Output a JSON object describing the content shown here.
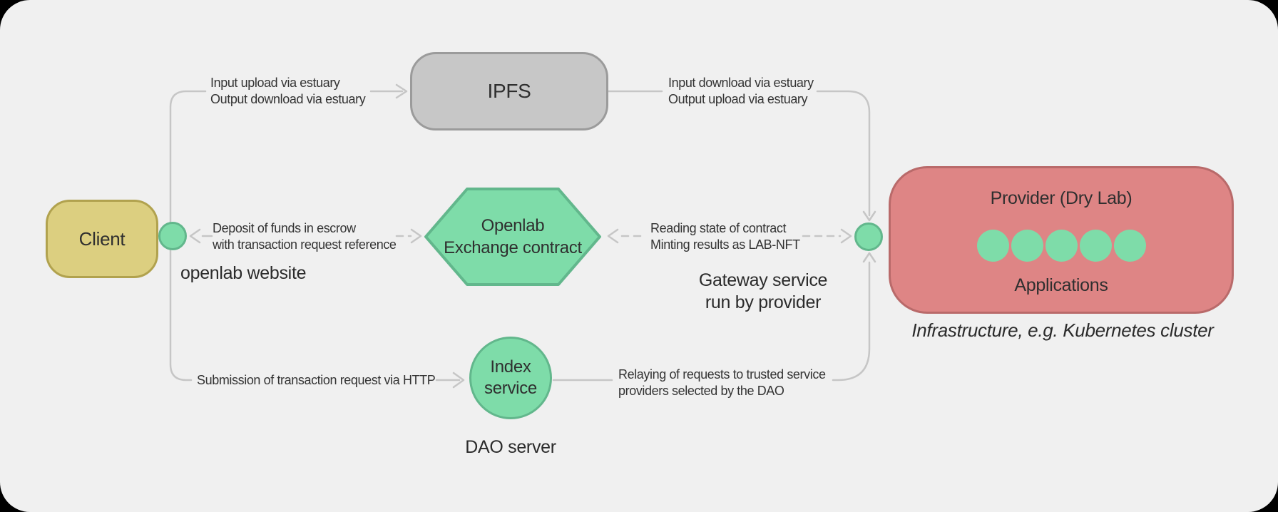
{
  "colors": {
    "canvas_bg": "#f0f0f0",
    "page_bg": "#000000",
    "line": "#c6c6c6",
    "text": "#2f2f2f",
    "label_text": "#333333",
    "client_fill": "#dccf80",
    "client_border": "#b1a24e",
    "green_fill": "#7edca9",
    "green_border": "#62b78c",
    "gray_fill": "#c7c7c7",
    "gray_border": "#9b9b9b",
    "red_fill": "#de8585",
    "red_border": "#b96a6a"
  },
  "nodes": {
    "client": {
      "label": "Client"
    },
    "ipfs": {
      "label": "IPFS"
    },
    "contract": {
      "line1": "Openlab",
      "line2": "Exchange contract"
    },
    "index_service": {
      "line1": "Index",
      "line2": "service"
    },
    "provider": {
      "title": "Provider (Dry Lab)",
      "applications_label": "Applications",
      "app_instance_count": 5
    }
  },
  "captions": {
    "openlab_website": "openlab website",
    "gateway_service_line1": "Gateway service",
    "gateway_service_line2": "run by provider",
    "dao_server": "DAO server",
    "infrastructure": "Infrastructure, e.g. Kubernetes cluster"
  },
  "edges": {
    "client_to_ipfs": {
      "line1": "Input upload via estuary",
      "line2": "Output download via estuary"
    },
    "ipfs_to_gateway": {
      "line1": "Input download via estuary",
      "line2": "Output upload via estuary"
    },
    "client_to_contract": {
      "line1": "Deposit of funds in escrow",
      "line2": "with transaction request reference"
    },
    "contract_to_gateway": {
      "line1": "Reading state of contract",
      "line2": "Minting results as LAB-NFT"
    },
    "client_to_index": {
      "line1": "Submission of transaction request via HTTP"
    },
    "index_to_gateway": {
      "line1": "Relaying of requests to trusted service",
      "line2": "providers selected by the DAO"
    }
  }
}
